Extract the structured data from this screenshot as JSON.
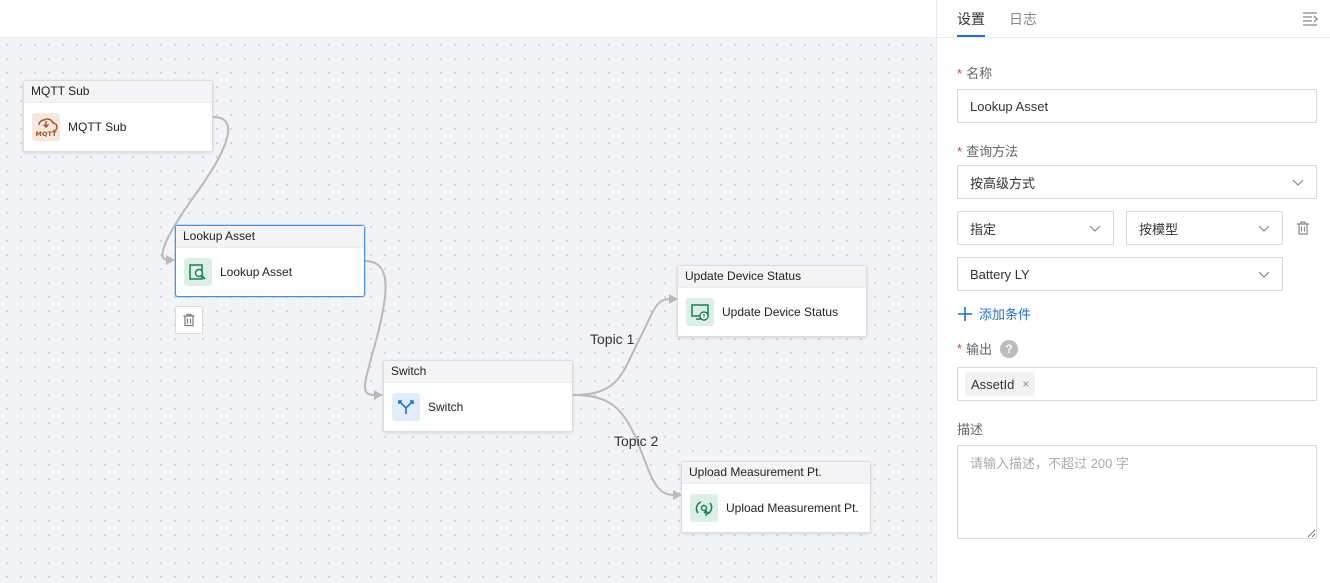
{
  "canvas": {
    "nodes": [
      {
        "id": "mqtt",
        "header": "MQTT Sub",
        "label": "MQTT Sub",
        "icon": "mqtt-icon"
      },
      {
        "id": "lookup",
        "header": "Lookup Asset",
        "label": "Lookup Asset",
        "icon": "lookup-asset-icon",
        "selected": true
      },
      {
        "id": "switch",
        "header": "Switch",
        "label": "Switch",
        "icon": "switch-icon"
      },
      {
        "id": "update",
        "header": "Update Device Status",
        "label": "Update Device Status",
        "icon": "update-device-icon"
      },
      {
        "id": "upload",
        "header": "Upload Measurement Pt.",
        "label": "Upload Measurement Pt.",
        "icon": "upload-measurement-icon"
      }
    ],
    "edge_labels": [
      "Topic 1",
      "Topic 2"
    ],
    "mqtt_icon_text": "MQTT"
  },
  "panel": {
    "tabs": [
      "设置",
      "日志"
    ],
    "active_tab": "设置",
    "required_mark": "*",
    "name_label": "名称",
    "name_value": "Lookup Asset",
    "query_label": "查询方法",
    "query_value": "按高级方式",
    "condition": {
      "left": "指定",
      "right": "按模型",
      "value": "Battery LY"
    },
    "add_condition": "添加条件",
    "output_label": "输出",
    "output_help": "?",
    "output_tags": [
      "AssetId"
    ],
    "tag_remove": "×",
    "desc_label": "描述",
    "desc_placeholder": "请输入描述，不超过 200 字"
  },
  "colors": {
    "accent": "#1f6fd6",
    "required": "#e53935",
    "selected_border": "#4a90e2"
  }
}
